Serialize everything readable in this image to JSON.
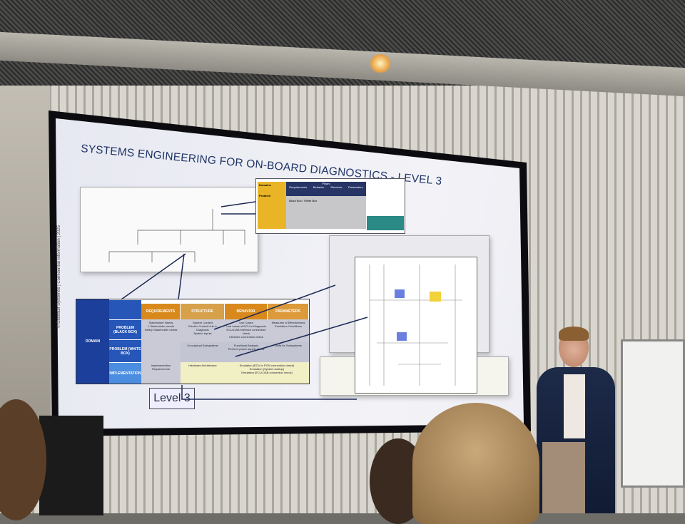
{
  "slide": {
    "title": "SYSTEMS ENGINEERING FOR ON-BOARD DIAGNOSTICS - LEVEL 3",
    "side_note": "© Dassault Systèmes | Confidential Information | 2025",
    "level_label": "Level 3",
    "pillars_table": {
      "domains_label": "Domains",
      "pillars_label": "Pillars",
      "columns": [
        "Requirements",
        "Behavior",
        "Structure",
        "Parameters"
      ],
      "problem_label": "Problem",
      "rows": [
        "Black Box",
        "White Box"
      ]
    },
    "matrix": {
      "domain_label": "DOMAIN",
      "columns": [
        "REQUIREMENTS",
        "STRUCTURE",
        "BEHAVIOR",
        "PARAMETERS"
      ],
      "rows": [
        "PROBLEM (BLACK BOX)",
        "PROBLEM (WHITE BOX)",
        "IMPLEMENTATION"
      ],
      "cells": {
        "req_black": "Stakeholder Needs\n1 Stakeholder needs\nSafety Stakeholder needs",
        "str_black": "System Context\nElectric Control Unit in Diagnosis\nSystem Inputs",
        "beh_black": "Use Cases\nUse cases of ECU in Diagnosis\nECU-DAB interface connection check\nInterface connection check",
        "par_black": "Measures of Effectiveness\nEmulation Conditions",
        "str_white": "Conceptual Subsystems",
        "beh_white": "Functional Analysis\nPerform power supply check",
        "par_white": "Mofa for Subsystems",
        "req_impl": "Implementation Requirements",
        "str_impl": "Hardware Architecture",
        "beh_impl": "Emulation (ECU to PCM connection check)\nEmulation (System startup)\nEmulation (ECU-DAB connection check)"
      }
    }
  }
}
